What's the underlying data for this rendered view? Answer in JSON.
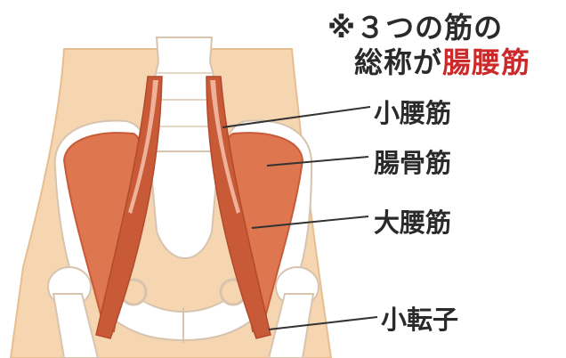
{
  "note": {
    "line1": "※３つの筋の",
    "line2_prefix": "総称が",
    "line2_highlight": "腸腰筋"
  },
  "labels": {
    "psoas_minor": "小腰筋",
    "iliacus": "腸骨筋",
    "psoas_major": "大腰筋",
    "lesser_trochanter": "小転子"
  },
  "colors": {
    "skin": "#f5d6b0",
    "skin_outline": "#e7be90",
    "bone": "#ffffff",
    "bone_outline": "#d8c4ae",
    "muscle": "#de7650",
    "muscle_dark": "#c85a38",
    "muscle_light": "#efb199",
    "leader_line": "#333333",
    "highlight_text": "#cc2a2a"
  }
}
